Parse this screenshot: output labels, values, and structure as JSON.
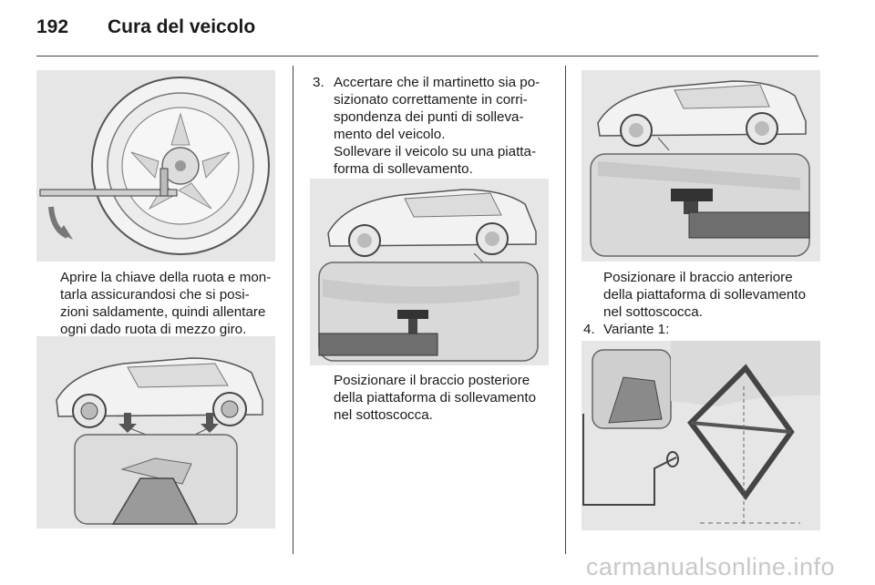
{
  "header": {
    "page_number": "192",
    "title": "Cura del veicolo"
  },
  "col1": {
    "caption": "Aprire la chiave della ruota e mon-\ntarla assicurandosi che si posi-\nzioni saldamente, quindi allentare\nogni dado ruota di mezzo giro."
  },
  "col2": {
    "step3_number": "3.",
    "step3_text": "Accertare che il martinetto sia po-\nsizionato correttamente in corri-\nspondenza dei punti di solleva-\nmento del veicolo.",
    "step3_sub": "Sollevare il veicolo su una piatta-\nforma di sollevamento.",
    "caption": "Posizionare il braccio posteriore\ndella piattaforma di sollevamento\nnel sottoscocca."
  },
  "col3": {
    "caption": "Posizionare il braccio anteriore\ndella piattaforma di sollevamento\nnel sottoscocca.",
    "step4_number": "4.",
    "step4_text": "Variante 1:"
  },
  "watermark": "carmanualsonline.info"
}
